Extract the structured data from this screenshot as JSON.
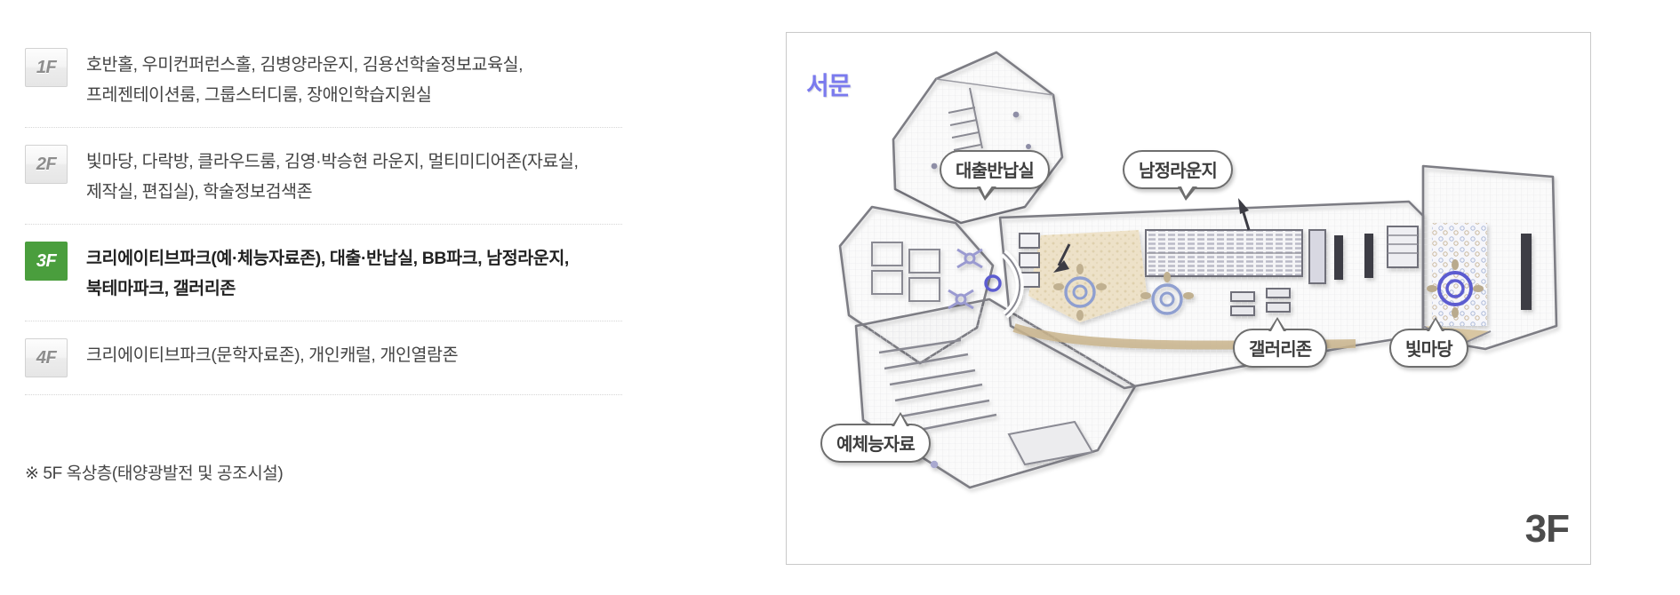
{
  "floors": [
    {
      "badge": "1F",
      "active": false,
      "description": "호반홀, 우미컨퍼런스홀, 김병양라운지, 김용선학술정보교육실, 프레젠테이션룸, 그룹스터디룸, 장애인학습지원실"
    },
    {
      "badge": "2F",
      "active": false,
      "description": "빛마당, 다락방, 클라우드룸, 김영·박승현 라운지, 멀티미디어존(자료실, 제작실, 편집실), 학술정보검색존"
    },
    {
      "badge": "3F",
      "active": true,
      "description": "크리에이티브파크(예·체능자료존), 대출·반납실, BB파크, 남정라운지, 북테마파크, 갤러리존"
    },
    {
      "badge": "4F",
      "active": false,
      "description": "크리에이티브파크(문학자료존), 개인캐럴, 개인열람존"
    }
  ],
  "note": "※ 5F 옥상층(태양광발전 및 공조시설)",
  "map": {
    "west_gate_label": "서문",
    "floor_watermark": "3F",
    "callouts": [
      {
        "id": "loan-return",
        "label": "대출반납실"
      },
      {
        "id": "namjeong",
        "label": "남정라운지"
      },
      {
        "id": "gallery",
        "label": "갤러리존"
      },
      {
        "id": "bitmadang",
        "label": "빛마당"
      },
      {
        "id": "arts-material",
        "label": "예체능자료"
      }
    ]
  },
  "colors": {
    "active_badge_green": "#4a9e3d",
    "west_gate_blue": "#7a7aee",
    "text_gray": "#444444",
    "divider_gray": "#d6d6d6",
    "panel_border": "#c9c9c9"
  }
}
